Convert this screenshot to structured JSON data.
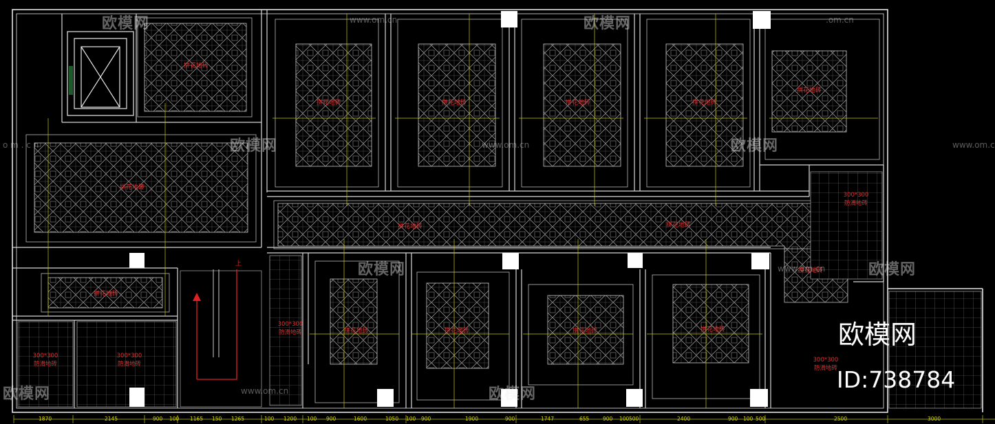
{
  "drawing": {
    "room_label": "拼花地砖",
    "wet_label_top": "300*300",
    "wet_label_bottom": "防滑地砖"
  },
  "watermark": {
    "logo_text": "欧模网",
    "url_text": "www.om.cn",
    "url_short": ".om.cn",
    "url_left": "o m . c n"
  },
  "brand": {
    "title": "欧模网",
    "id": "ID:738784"
  },
  "bottom_dimensions": [
    "1870",
    "2145",
    "900",
    "100",
    "1165",
    "150",
    "1265",
    "100",
    "1200",
    "100",
    "900",
    "1600",
    "1050",
    "100",
    "900",
    "1900",
    "900",
    "1747",
    "655",
    "900",
    "100",
    "500",
    "2400",
    "900",
    "100",
    "500",
    "2500",
    "3000"
  ]
}
